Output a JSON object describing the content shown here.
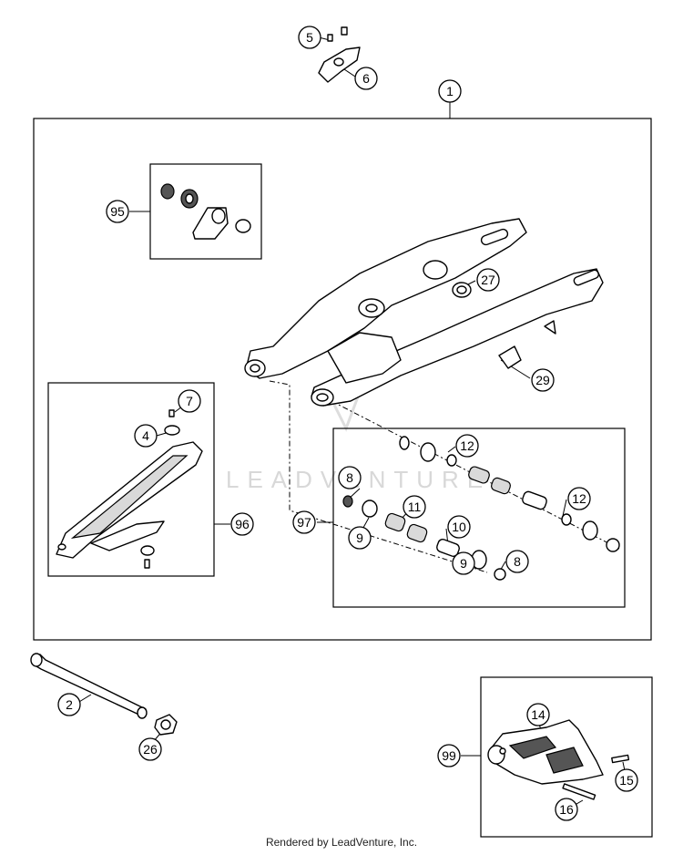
{
  "watermark": "LEADVENTURE",
  "footer": "Rendered by LeadVenture, Inc.",
  "callouts": [
    {
      "id": "c1",
      "label": "1"
    },
    {
      "id": "c2",
      "label": "2"
    },
    {
      "id": "c4",
      "label": "4"
    },
    {
      "id": "c5",
      "label": "5"
    },
    {
      "id": "c6",
      "label": "6"
    },
    {
      "id": "c7",
      "label": "7"
    },
    {
      "id": "c8a",
      "label": "8"
    },
    {
      "id": "c8b",
      "label": "8"
    },
    {
      "id": "c9a",
      "label": "9"
    },
    {
      "id": "c9b",
      "label": "9"
    },
    {
      "id": "c10",
      "label": "10"
    },
    {
      "id": "c11",
      "label": "11"
    },
    {
      "id": "c12a",
      "label": "12"
    },
    {
      "id": "c12b",
      "label": "12"
    },
    {
      "id": "c14",
      "label": "14"
    },
    {
      "id": "c15",
      "label": "15"
    },
    {
      "id": "c16",
      "label": "16"
    },
    {
      "id": "c26",
      "label": "26"
    },
    {
      "id": "c27",
      "label": "27"
    },
    {
      "id": "c29",
      "label": "29"
    },
    {
      "id": "c95",
      "label": "95"
    },
    {
      "id": "c96",
      "label": "96"
    },
    {
      "id": "c97",
      "label": "97"
    },
    {
      "id": "c99",
      "label": "99"
    }
  ]
}
